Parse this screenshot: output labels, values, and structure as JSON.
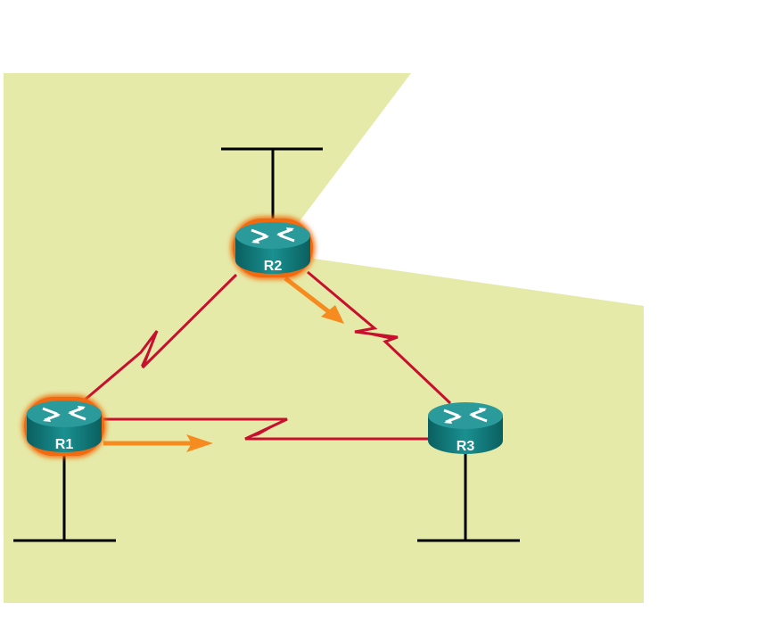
{
  "routers": [
    {
      "label": "R1",
      "highlighted": true
    },
    {
      "label": "R2",
      "highlighted": true
    },
    {
      "label": "R3",
      "highlighted": false
    }
  ],
  "colors": {
    "area": "#e5eaa8",
    "serial_link": "#c8102e",
    "arrow": "#f68b1f",
    "router_body": "#0e7a7a",
    "router_top": "#3aa3a3",
    "glow": "#f26a10"
  }
}
